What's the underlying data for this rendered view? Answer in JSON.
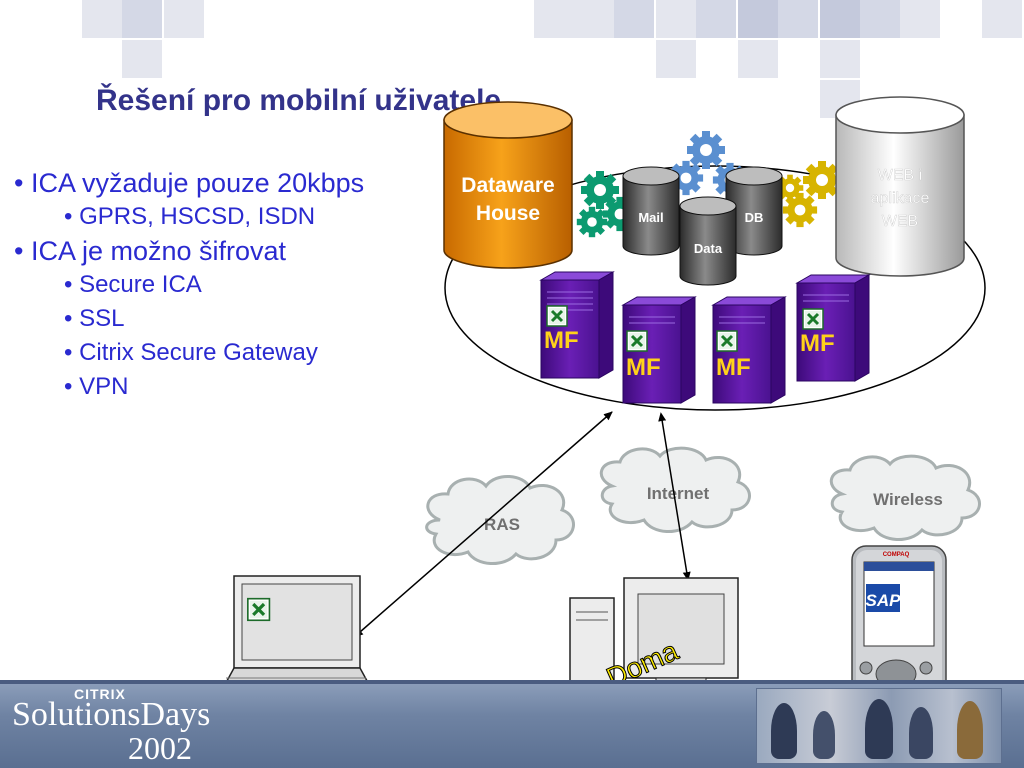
{
  "title": "Řešení pro mobilní uživatele",
  "bullets": [
    {
      "level": 1,
      "text": "• ICA vyžaduje pouze 20kbps"
    },
    {
      "level": 2,
      "text": "• GPRS, HSCSD, ISDN"
    },
    {
      "level": 1,
      "text": "• ICA je možno šifrovat"
    },
    {
      "level": 2,
      "text": "• Secure ICA"
    },
    {
      "level": 2,
      "text": "• SSL"
    },
    {
      "level": 2,
      "text": "• Citrix Secure Gateway"
    },
    {
      "level": 2,
      "text": "• VPN"
    }
  ],
  "diagram": {
    "datawarehouse": {
      "line1": "Dataware",
      "line2": "House"
    },
    "web": {
      "line1": "WEB i",
      "line2": "aplikace",
      "line3": "WEB"
    },
    "databases": {
      "mail": "Mail",
      "db": "DB",
      "data": "Data"
    },
    "server_label": "MF",
    "clouds": {
      "ras": "RAS",
      "internet": "Internet",
      "wireless": "Wireless"
    },
    "home_label": "Doma",
    "pda": {
      "brand": "COMPAQ",
      "screen_logo": "SAP"
    }
  },
  "footer": {
    "citrix": "CITRIX",
    "solutions": "SolutionsDays",
    "year": "2002"
  },
  "colors": {
    "title": "#33338a",
    "bullets": "#2a2ad0",
    "datawarehouse": "#f0920a",
    "server": "#6a1fb5",
    "mf_text": "#ffd21a",
    "doma": "#ffee00"
  }
}
